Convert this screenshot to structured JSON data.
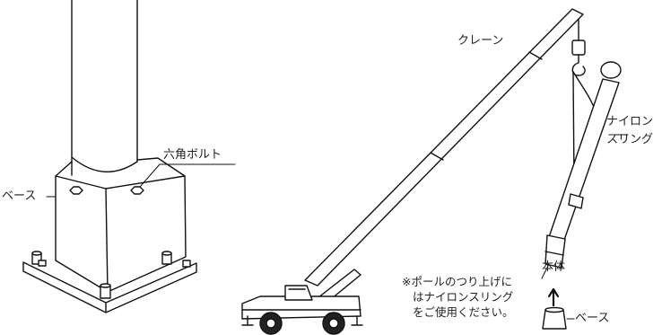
{
  "labels": {
    "crane": "クレーン",
    "hex_bolt": "六角ボルト",
    "base_left": "ベース",
    "nylon_sling": [
      "ナイロン",
      "スリング"
    ],
    "body": "本体",
    "base_right": "ベース"
  },
  "note": [
    "※ポールのつり上げに",
    "はナイロンスリング",
    "をご使用ください。"
  ]
}
